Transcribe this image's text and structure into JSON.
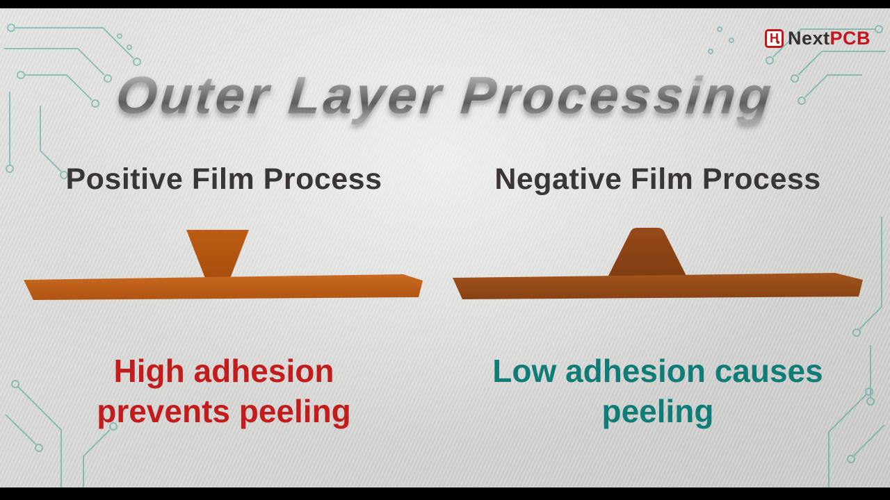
{
  "brand": {
    "icon_text": "H",
    "name_dark": "Next",
    "name_red": "PCB"
  },
  "title": "Outer Layer Processing",
  "columns": [
    {
      "id": "positive",
      "heading": "Positive Film Process",
      "caption_lines": [
        "High adhesion",
        "prevents peeling"
      ],
      "caption_color": "#c31c1c",
      "trace_shape": "inverted-trapezoid"
    },
    {
      "id": "negative",
      "heading": "Negative Film Process",
      "caption_lines": [
        "Low adhesion causes",
        "peeling"
      ],
      "caption_color": "#0f7c78",
      "trace_shape": "trapezoid"
    }
  ],
  "colors": {
    "letterbox": "#000000",
    "slide_background": "#d6d6d4",
    "copper_positive": "#c2611c",
    "copper_negative": "#934c1a",
    "circuit_traces": "#38a094",
    "heading_text": "#3a3633",
    "title_gradient_top": "#c9c9c9",
    "title_gradient_bottom": "#5e5e5e",
    "brand_red": "#c3161c",
    "brand_dark": "#33302e"
  }
}
